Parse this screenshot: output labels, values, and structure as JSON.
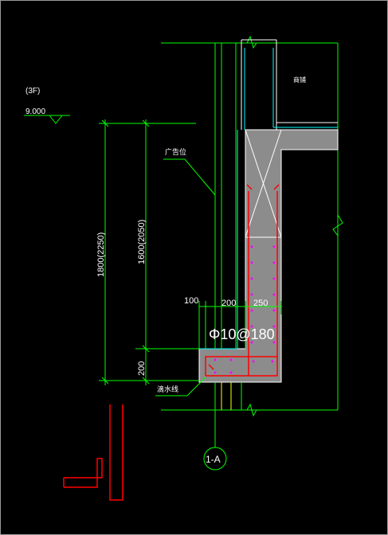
{
  "colors": {
    "background": "#000000",
    "green": "#00ff00",
    "cyan": "#00ffff",
    "white": "#ffffff",
    "red": "#ff0000",
    "magenta": "#ff00ff",
    "yellow": "#ffff00",
    "gray_fill": "#8c8c8c",
    "frame": "#9a9a9a"
  },
  "labels": {
    "floor": "(3F)",
    "elevation": "9.000",
    "ad_position": "广告位",
    "drip_line": "滴水线",
    "room": "商铺",
    "rebar": "Φ10@180",
    "axis": "1-A"
  },
  "dimensions": {
    "total_height": "1800(2250)",
    "upper_height": "1600(2050)",
    "bottom_height": "200",
    "w100": "100",
    "w200": "200",
    "w250": "250"
  }
}
